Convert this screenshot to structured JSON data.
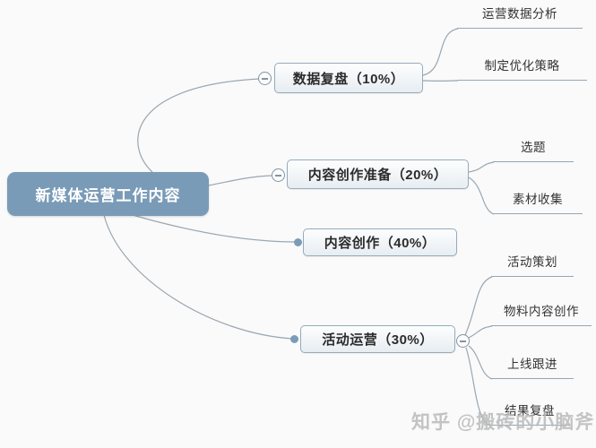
{
  "mindmap": {
    "root": {
      "label": "新媒体运营工作内容"
    },
    "branches": [
      {
        "label": "数据复盘（10%）",
        "percent": "10%",
        "children": [
          {
            "label": "运营数据分析"
          },
          {
            "label": "制定优化策略"
          }
        ]
      },
      {
        "label": "内容创作准备（20%）",
        "percent": "20%",
        "children": [
          {
            "label": "选题"
          },
          {
            "label": "素材收集"
          }
        ]
      },
      {
        "label": "内容创作（40%）",
        "percent": "40%",
        "children": []
      },
      {
        "label": "活动运营（30%）",
        "percent": "30%",
        "children": [
          {
            "label": "活动策划"
          },
          {
            "label": "物料内容创作"
          },
          {
            "label": "上线跟进"
          },
          {
            "label": "结果复盘"
          }
        ]
      }
    ]
  },
  "watermark": {
    "text": "知乎 @搬砖的小脑斧"
  },
  "colors": {
    "background": "#fafafa",
    "root_fill": "#7a9bb7",
    "root_text": "#ffffff",
    "branch_fill": "#e7edf2",
    "branch_border": "#95abbc",
    "branch_text": "#2b2b2b",
    "connector_line": "#9aa6b0",
    "leaf_underline": "#93a7b5",
    "dot": "#7a9cb8",
    "watermark_text": "#b9b9b9"
  }
}
